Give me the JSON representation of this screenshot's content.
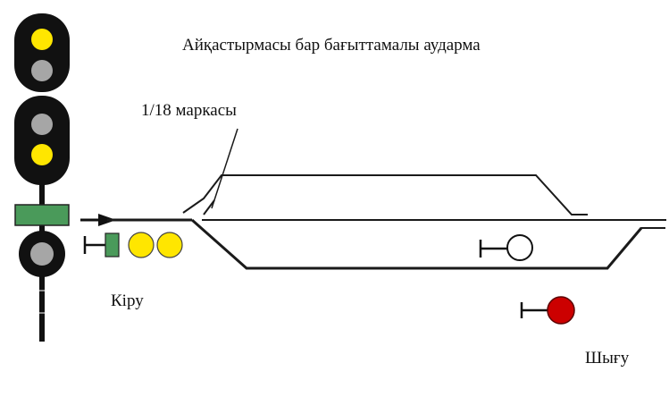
{
  "diagram": {
    "title": "Айқастырмасы бар бағыттамалы аударма",
    "mark_label": "1/18 маркасы",
    "entry_label": "Кіру",
    "exit_label": "Шығу"
  },
  "colors": {
    "signal_head": "#111111",
    "lamp_yellow": "#ffe600",
    "lamp_grey": "#a6a6a6",
    "lamp_red": "#cc0000",
    "lamp_white": "#ffffff",
    "plate_green": "#4a9a5a",
    "track": "#1a1a1a"
  },
  "icons": {
    "main_signal": "traffic-signal-icon",
    "entry_signal": "dwarf-signal-icon",
    "route_arrow": "arrow-right-icon"
  }
}
